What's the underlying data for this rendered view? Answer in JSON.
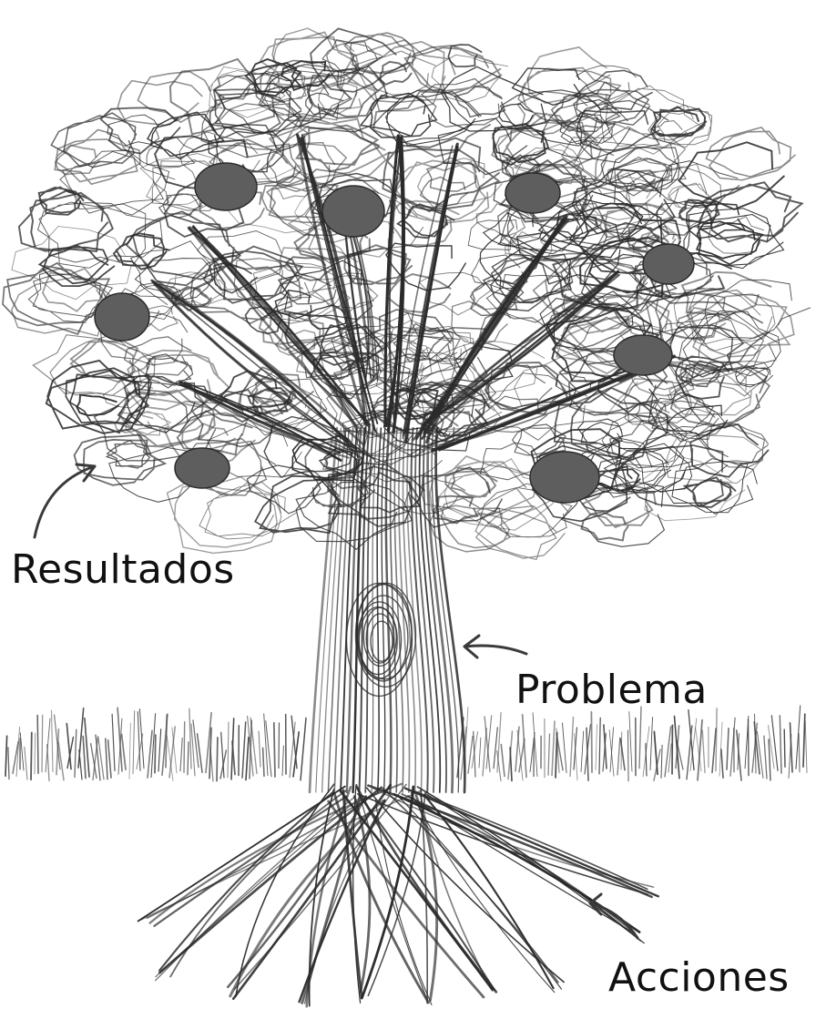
{
  "labels": {
    "resultados": "Resultados",
    "problema": "Problema",
    "acciones": "Acciones"
  },
  "colors": {
    "ink": "#2b2b2b",
    "fruit": "#5e5e5e",
    "grass": "#444444",
    "background": "#ffffff"
  },
  "icons": {
    "tree": "tree-illustration-icon",
    "fruit": "fruit-icon",
    "arrow": "pointer-arrow-icon"
  }
}
